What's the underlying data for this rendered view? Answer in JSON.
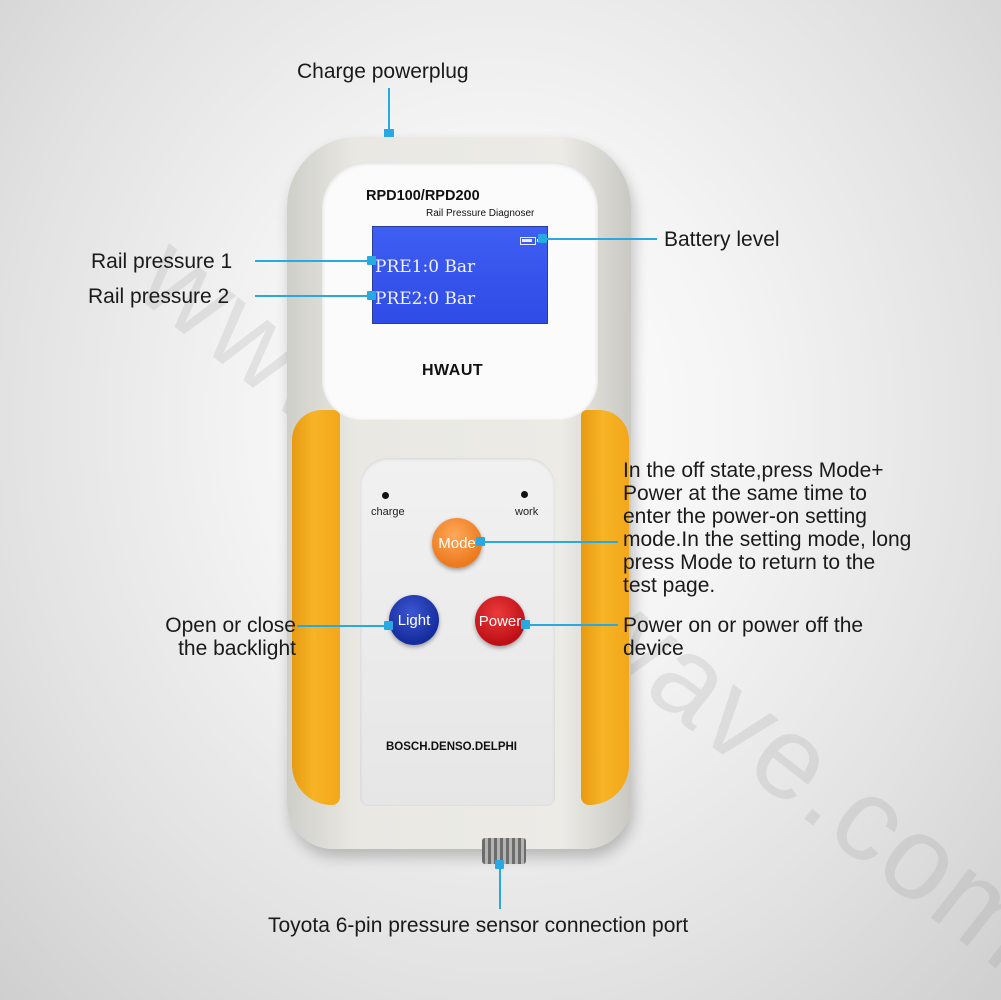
{
  "watermark": "www.hongwave.com",
  "device": {
    "model": "RPD100/RPD200",
    "subtitle": "Rail Pressure Diagnoser",
    "brand": "HWAUT",
    "screen_line1": "PRE1:0 Bar",
    "screen_line2": "PRE2:0 Bar",
    "led_charge": "charge",
    "led_work": "work",
    "btn_mode": "Mode",
    "btn_light": "Light",
    "btn_power": "Power",
    "footer": "BOSCH.DENSO.DELPHI"
  },
  "annotations": {
    "charge_plug": "Charge powerplug",
    "rail_pressure_1": "Rail pressure 1",
    "rail_pressure_2": "Rail pressure 2",
    "battery_level": "Battery level",
    "mode_desc": "In the off state,press Mode+ Power at the same time to enter the power-on setting mode.In the setting mode, long press Mode to return to the test page.",
    "light_desc": "Open or close the backlight",
    "power_desc": "Power on or power off the device",
    "port_desc": "Toyota 6-pin pressure sensor connection port"
  },
  "colors": {
    "callout_line": "#29a9e1",
    "grip": "#f5a623",
    "screen": "#3551ea",
    "mode_button": "#f08a30",
    "light_button": "#1e36b0",
    "power_button": "#d41c22"
  }
}
